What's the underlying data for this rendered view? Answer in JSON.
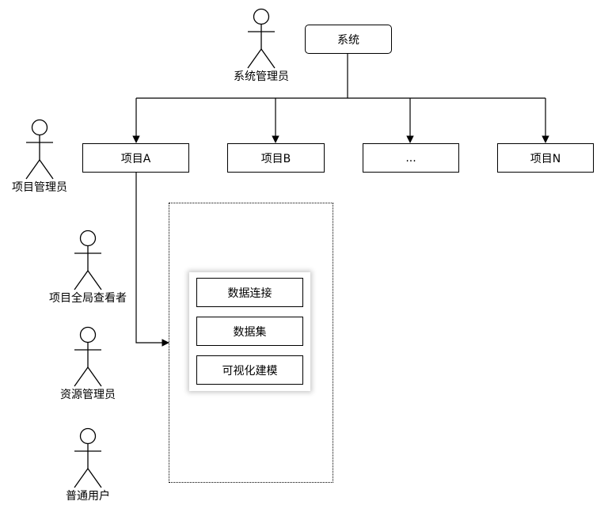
{
  "system": {
    "label": "系统"
  },
  "projects": [
    {
      "label": "项目A"
    },
    {
      "label": "项目B"
    },
    {
      "label": "..."
    },
    {
      "label": "项目N"
    }
  ],
  "actors": {
    "system_admin": "系统管理员",
    "project_admin": "项目管理员",
    "project_global_viewer": "项目全局查看者",
    "resource_admin": "资源管理员",
    "normal_user": "普通用户"
  },
  "modules": [
    {
      "label": "数据连接"
    },
    {
      "label": "数据集"
    },
    {
      "label": "可视化建模"
    }
  ]
}
